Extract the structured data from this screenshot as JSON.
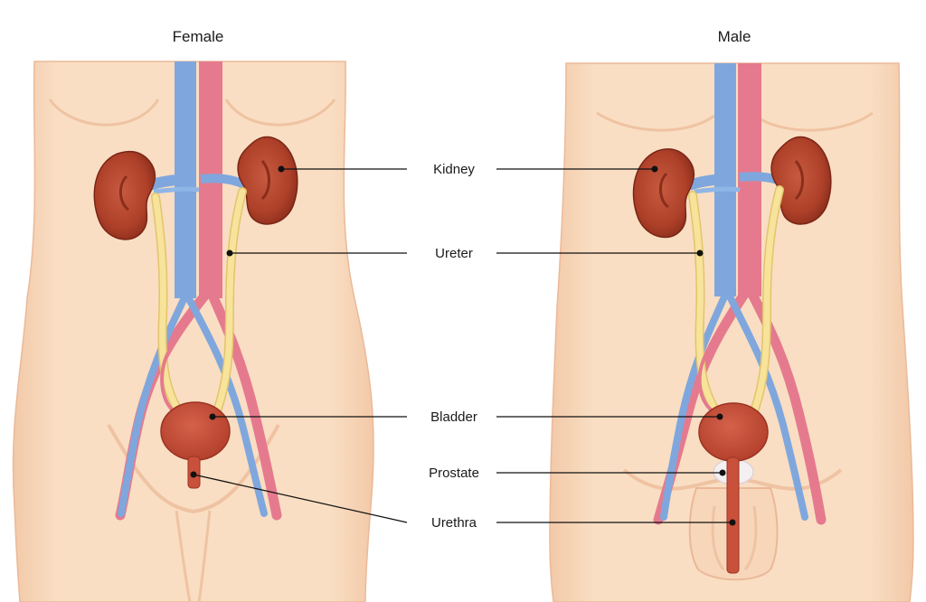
{
  "panels": {
    "female": {
      "title": "Female"
    },
    "male": {
      "title": "Male"
    }
  },
  "labels": {
    "kidney": "Kidney",
    "ureter": "Ureter",
    "bladder": "Bladder",
    "prostate": "Prostate",
    "urethra": "Urethra"
  },
  "colors": {
    "skin": "#F9DEC3",
    "skin_shadow": "#F0C6A4",
    "skin_outline": "#E2A88A",
    "vein": "#7FA7DD",
    "artery": "#E57A8E",
    "kidney": "#B4452F",
    "kidney_dark": "#8A2E1C",
    "ureter": "#F7E39A",
    "ureter_outline": "#E2C46E",
    "bladder": "#C9503A",
    "prostate": "#F4F0F2"
  }
}
